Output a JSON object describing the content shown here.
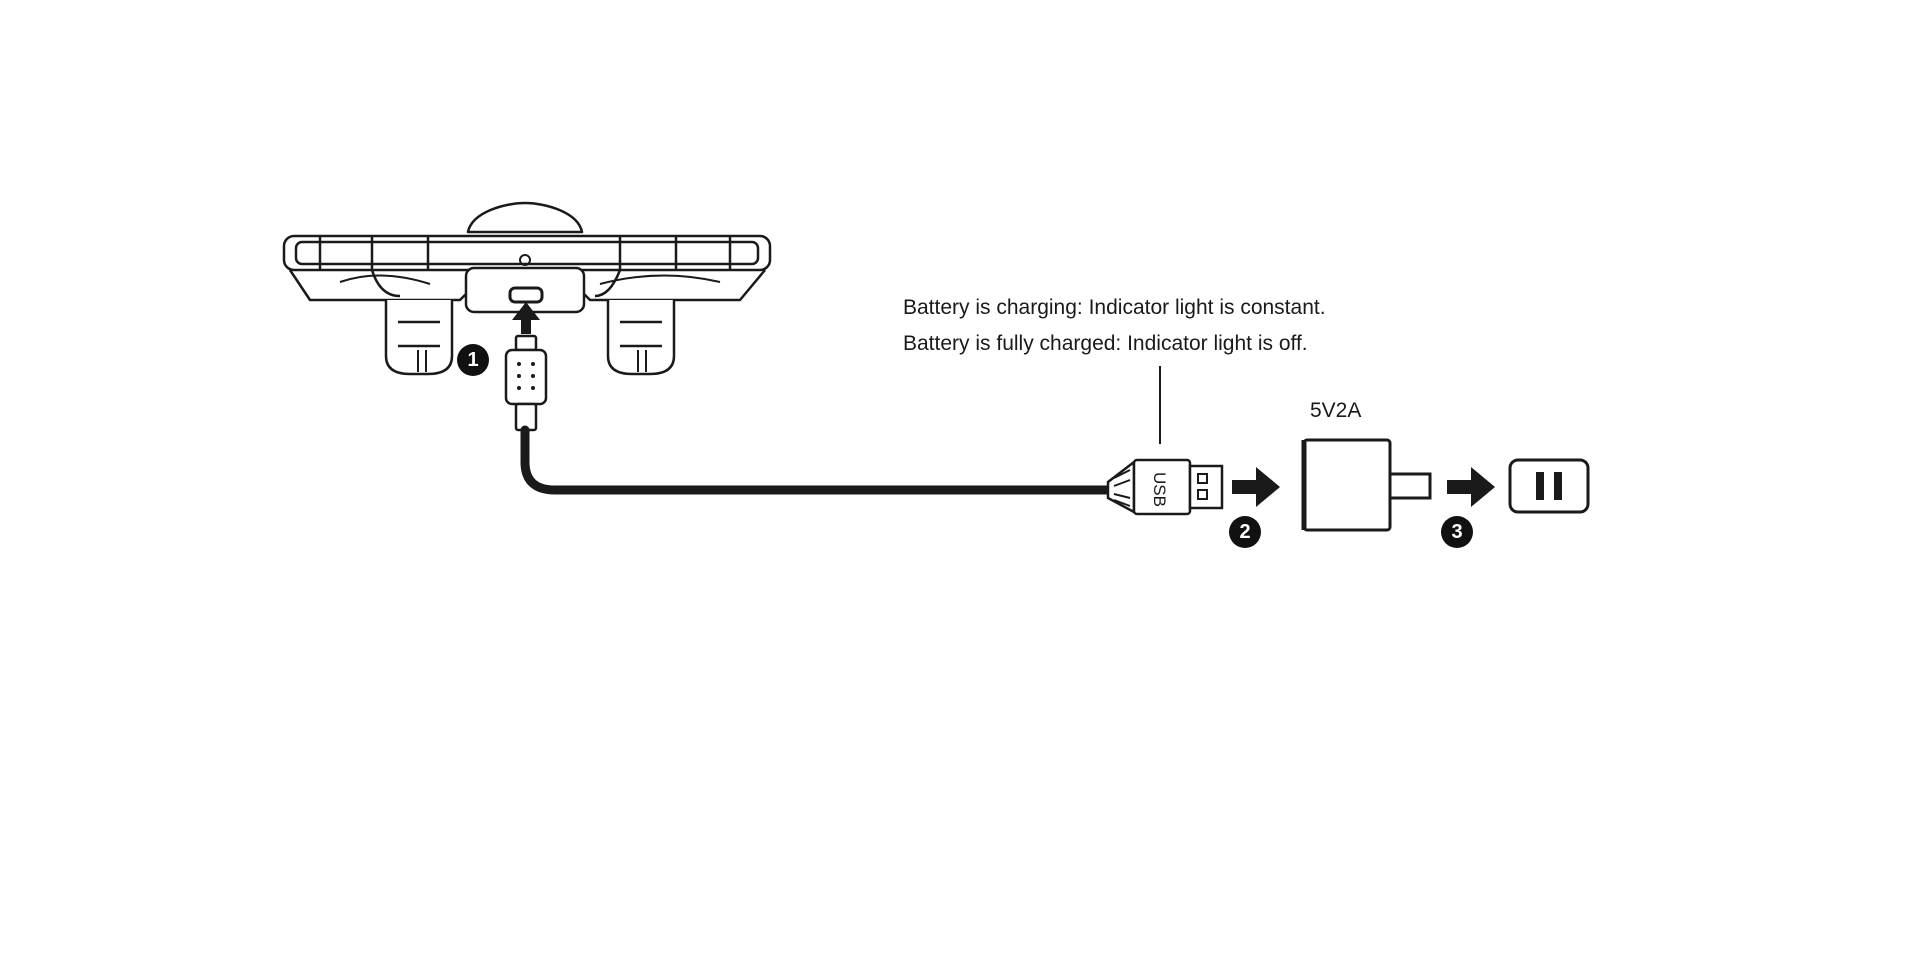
{
  "notes": {
    "charging": "Battery is charging: Indicator light is constant.",
    "full": "Battery is fully charged: Indicator light is off."
  },
  "adapter": {
    "spec": "5V2A"
  },
  "usb_plug": {
    "label": "USB"
  },
  "steps": [
    {
      "number": "1"
    },
    {
      "number": "2"
    },
    {
      "number": "3"
    }
  ],
  "colors": {
    "line": "#1a1a1a",
    "badge": "#111111",
    "background": "#ffffff"
  },
  "icons": [
    "drone-icon",
    "micro-usb-connector-icon",
    "usb-plug-icon",
    "power-adapter-icon",
    "wall-outlet-icon",
    "arrow-right-icon",
    "arrow-up-icon"
  ]
}
